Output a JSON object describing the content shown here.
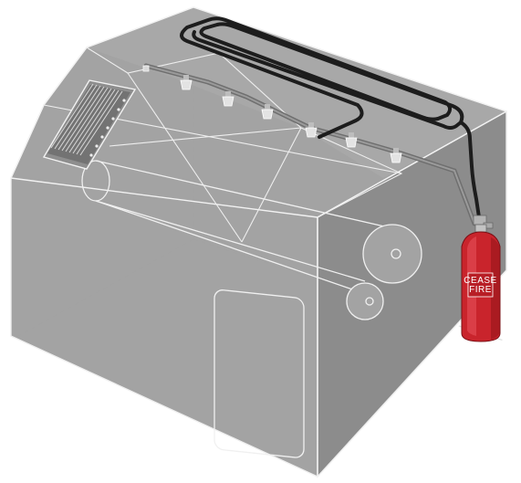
{
  "extinguisher": {
    "label_line1": "CEASE",
    "label_line2": "FIRE"
  },
  "colors": {
    "enclosure": "#9c9c9c",
    "enclosure_dark": "#8a8a8a",
    "edge": "#e6e6e6",
    "tubing": "#1e1e1e",
    "nozzle": "#dcdcdc",
    "cylinder": "#c9242c",
    "cylinder_shadow": "#8f141a",
    "valve": "#b8b8b8"
  },
  "icons": {
    "enclosure": "machine-enclosure",
    "control_panel": "control-panel-icon",
    "extinguisher": "fire-extinguisher-icon",
    "nozzle": "spray-nozzle-icon",
    "roller": "roller-icon",
    "tubing": "detection-tube-icon"
  }
}
